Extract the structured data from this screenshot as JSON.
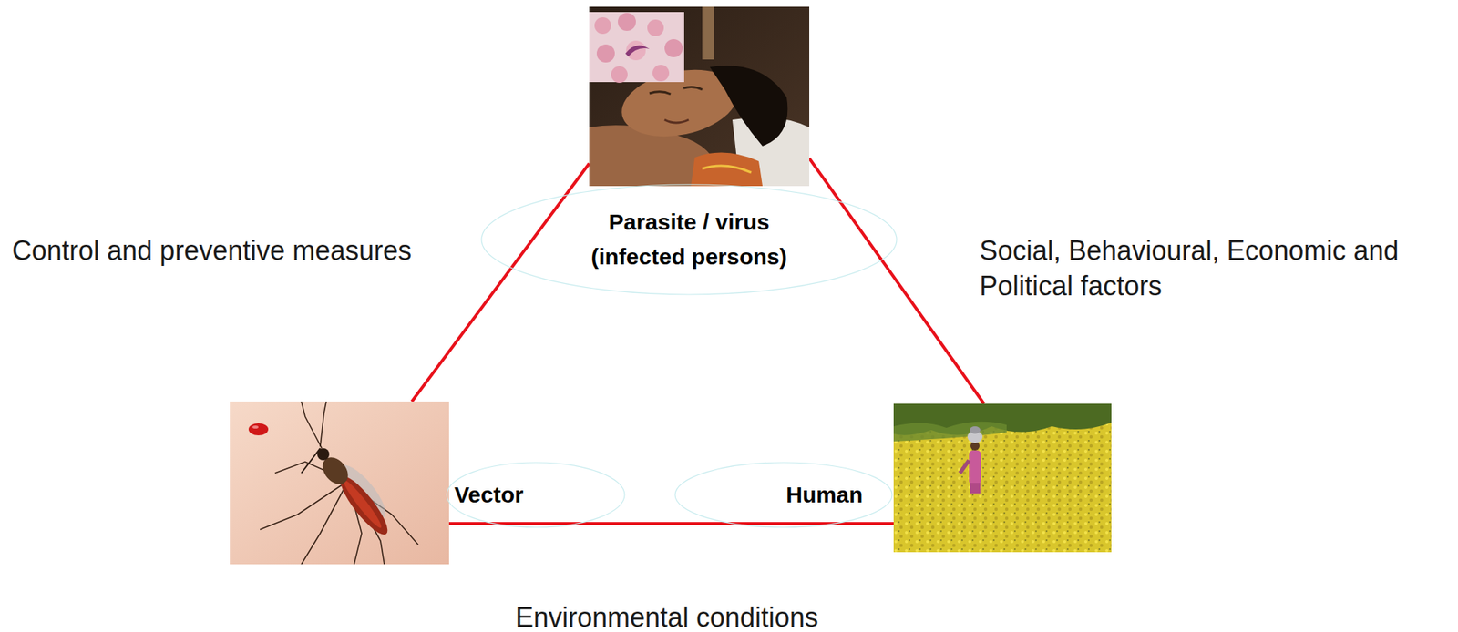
{
  "diagram": {
    "nodes": [
      {
        "text": [
          "Parasite / virus (infected persons)"
        ]
      },
      {
        "text": [
          "Vector"
        ]
      },
      {
        "text": [
          "Human"
        ]
      }
    ],
    "edges": [
      {
        "from": 0,
        "to": 1,
        "arrow": "none"
      },
      {
        "from": 0,
        "to": 2,
        "arrow": "none"
      },
      {
        "from": 1,
        "to": 2,
        "arrow": "none"
      }
    ],
    "labels": [
      "Control and preventive measures",
      "Social, Behavioural, Economic and Political factors",
      "Environmental conditions"
    ]
  }
}
